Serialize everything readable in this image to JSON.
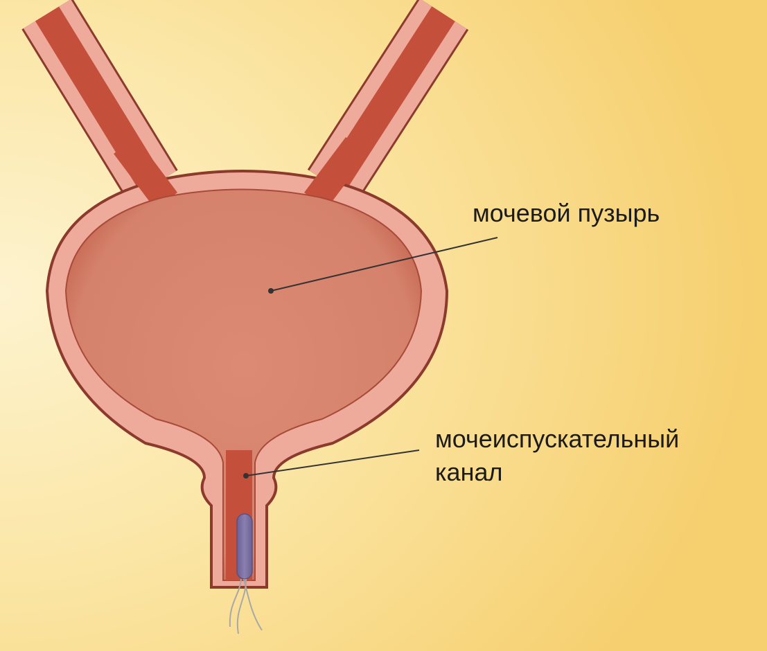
{
  "labels": {
    "bladder": "мочевой пузырь",
    "urethra_line1": "мочеиспускательный",
    "urethra_line2": "канал"
  },
  "colors": {
    "background_light": "#fdf3cf",
    "background_dark": "#f6cf6e",
    "tissue_outline": "#8b3a2c",
    "tissue_wall": "#eeaa9b",
    "inner_fill": "#d98772",
    "ureter_channel": "#c4503c",
    "bacterium": "#7a6ea0",
    "flagella": "#a8a8a8",
    "leader_line": "#333333"
  }
}
